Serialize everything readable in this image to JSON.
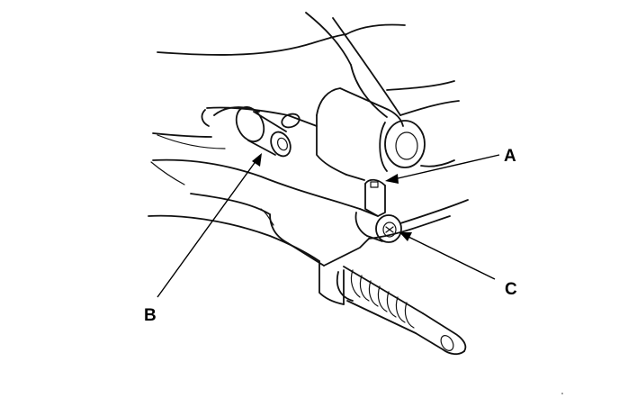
{
  "diagram": {
    "callouts": [
      {
        "id": "A",
        "label": "A"
      },
      {
        "id": "B",
        "label": "B"
      },
      {
        "id": "C",
        "label": "C"
      }
    ],
    "colors": {
      "ink": "#111111",
      "background": "#ffffff"
    }
  }
}
